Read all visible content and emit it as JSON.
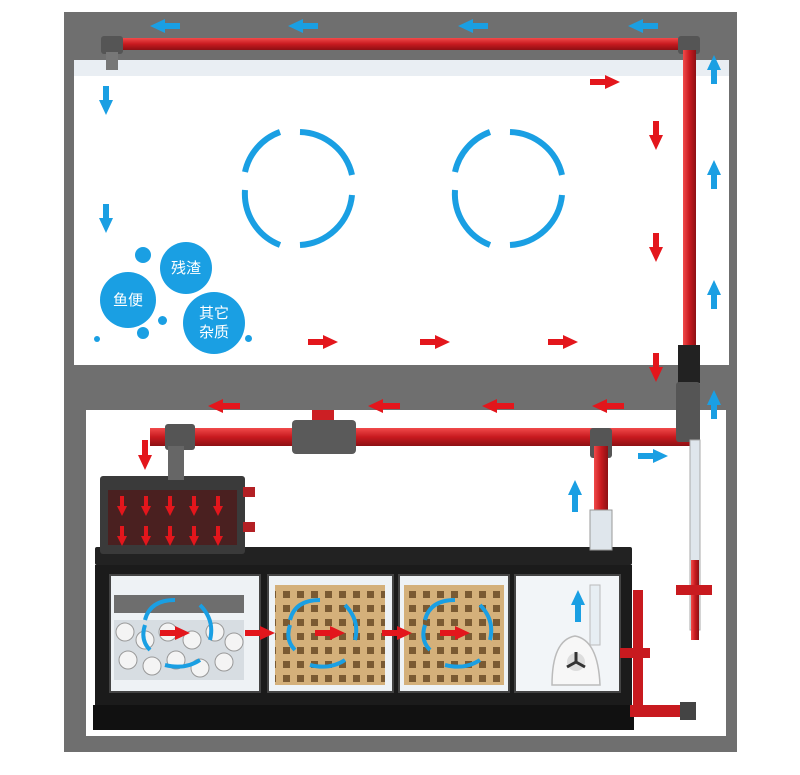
{
  "colors": {
    "frame": "#6f6f6f",
    "tank_bg": "#ffffff",
    "pipe_red": "#d7262a",
    "flow_red": "#e3161c",
    "flow_blue": "#1a9fe3",
    "sump_body": "#1b1b1b",
    "media_block": "#c9a46a"
  },
  "labels": {
    "bubble_fish_waste": "鱼便",
    "bubble_debris": "残渣",
    "bubble_other": "其它\n杂质"
  },
  "icons": [
    "circular-flow-icon",
    "arrow-icon",
    "pump-icon",
    "valve-icon"
  ]
}
